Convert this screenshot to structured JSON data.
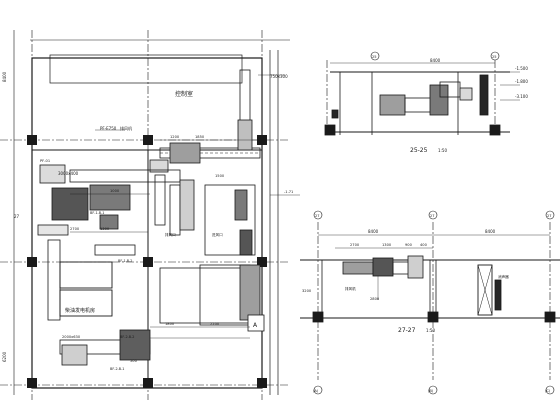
{
  "plan": {
    "control_room": "控制室",
    "generator_room": "柴油发电机房",
    "fan_label": "PF-E750",
    "fan_label_suffix": "排风机",
    "duct_right": "750x300",
    "duct_top": "750x300",
    "elbow_dim": "3000x400",
    "fan_left": "PF-01",
    "dim_1200": "1200",
    "dim_1850": "1850",
    "dim_1500": "1500",
    "dim_1000": "1000",
    "dim_2700": "2700",
    "dim_1300": "1300",
    "dim_1800": "1800",
    "dim_2200": "2200",
    "dim_2000x630": "2000x630",
    "dim_27": "27",
    "dim_500": "500",
    "axis_8400": "8400",
    "axis_6200": "6200",
    "fan_tag_a": "BF-1-B-1",
    "fan_tag_b": "BF-1-B-2",
    "marker_A": "A",
    "level_note": "-1.71",
    "room_cap_1": "排风口",
    "room_cap_2": "进风口",
    "fan_tag_c": "BF-2-B-2",
    "fan_tag_d": "BF-2-B-1"
  },
  "section_25": {
    "title": "25-25",
    "scale": "1:50",
    "span": "8400",
    "level_top": "-1.500",
    "level_mid": "-1.800",
    "level_low": "-3.100",
    "axis_left": "25",
    "axis_right": "25"
  },
  "section_27": {
    "title": "27-27",
    "scale": "1:50",
    "span_left": "8400",
    "span_right": "8400",
    "dims": [
      "2700",
      "1300",
      "900",
      "400"
    ],
    "dim_under": "2800",
    "height_note": "3200",
    "label_fan": "排风机",
    "label_unit": "消声器",
    "axis_a": "27",
    "axis_b": "27",
    "axis_c": "27",
    "bottom_a": "(A)",
    "bottom_b": "(B)",
    "bottom_c": "(C)"
  },
  "colors": {
    "line": "#1a1a1a",
    "fill_dark": "#262626",
    "fill_grey": "#7a7a7a",
    "fill_light": "#cfcfcf"
  }
}
